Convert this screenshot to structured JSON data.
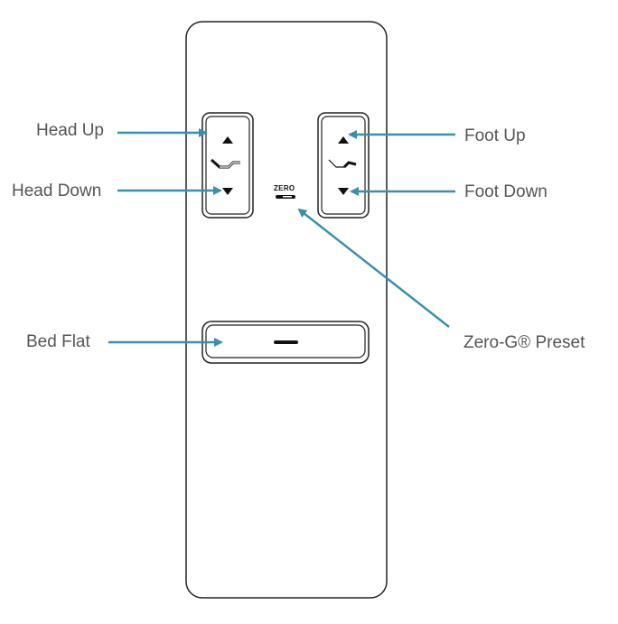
{
  "labels": {
    "head_up": "Head Up",
    "head_down": "Head Down",
    "foot_up": "Foot Up",
    "foot_down": "Foot Down",
    "bed_flat": "Bed Flat",
    "zero_g_preset": "Zero-G® Preset"
  },
  "logo": {
    "zero_text": "ZERO"
  },
  "colors": {
    "arrow": "#3a8fae",
    "outline": "#222222",
    "text": "#555555"
  }
}
